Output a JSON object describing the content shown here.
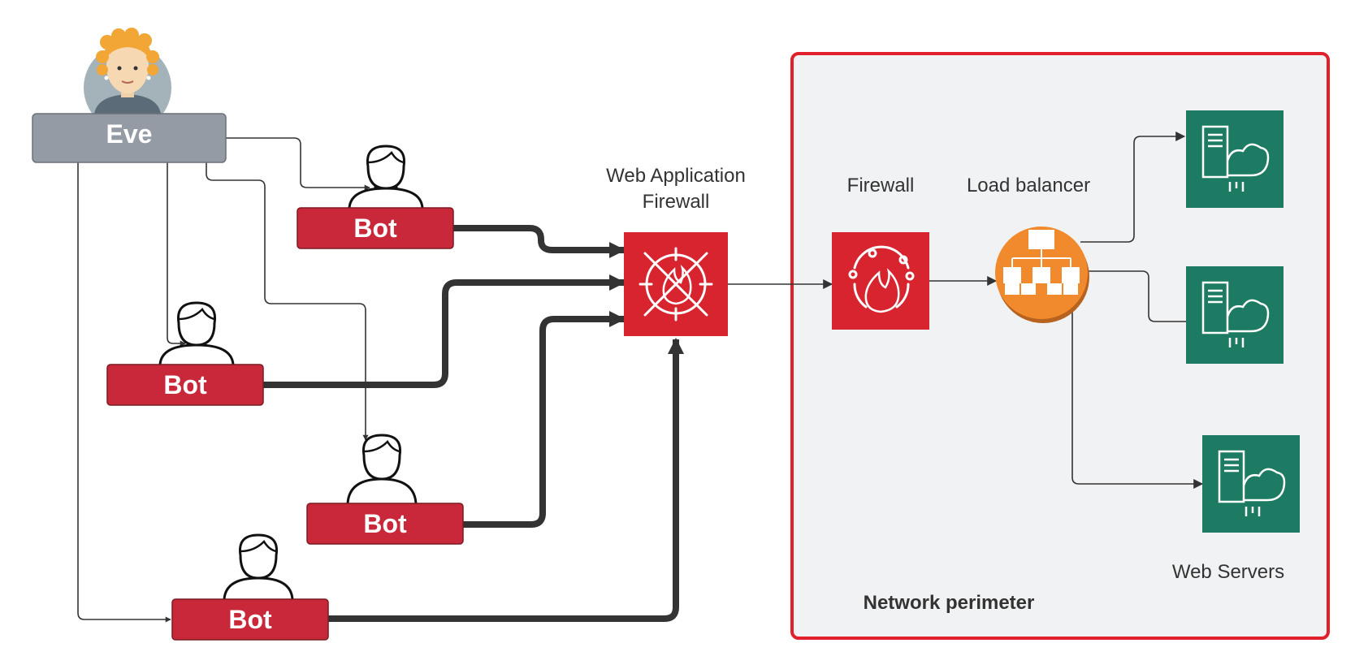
{
  "attacker": {
    "label": "Eve"
  },
  "bots": [
    {
      "label": "Bot"
    },
    {
      "label": "Bot"
    },
    {
      "label": "Bot"
    },
    {
      "label": "Bot"
    }
  ],
  "waf": {
    "label_line1": "Web Application",
    "label_line2": "Firewall",
    "icon": "waf-fire-icon"
  },
  "firewall": {
    "label": "Firewall",
    "icon": "firewall-icon"
  },
  "load_balancer": {
    "label": "Load balancer",
    "icon": "load-balancer-icon"
  },
  "web_servers": {
    "label": "Web Servers",
    "icon": "server-cloud-icon",
    "count": 3
  },
  "perimeter": {
    "label": "Network perimeter"
  },
  "colors": {
    "bot_red": "#c8283a",
    "waf_red": "#d7242f",
    "server_green": "#1d7a63",
    "lb_orange": "#f08a2c",
    "eve_gray": "#959ba5",
    "perimeter_border": "#e0202a",
    "perimeter_fill": "#f1f2f4",
    "line_dark": "#333333"
  }
}
